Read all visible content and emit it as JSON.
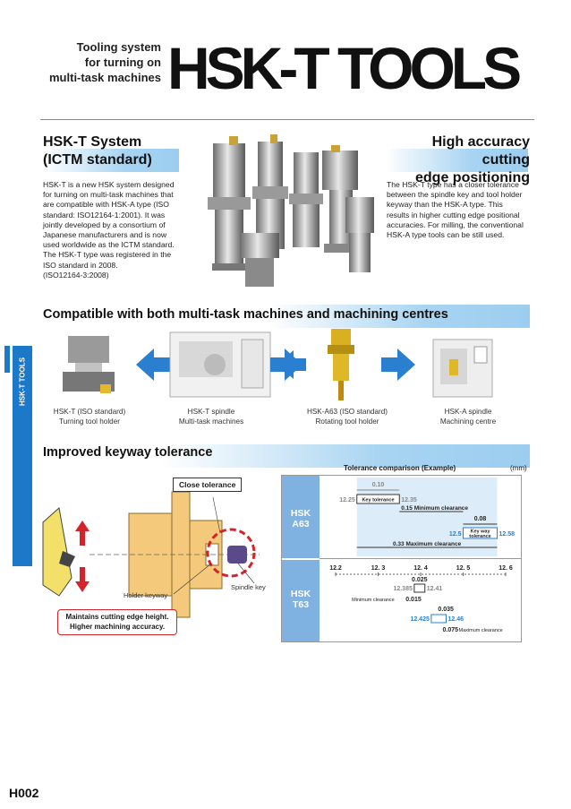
{
  "side_tab": {
    "label": "HSK-T TOOLS"
  },
  "header": {
    "tagline_line1": "Tooling system",
    "tagline_line2": "for turning on",
    "tagline_line3": "multi-task machines",
    "title": "HSK-T TOOLS"
  },
  "left_section": {
    "title_line1": "HSK-T System",
    "title_line2": "(ICTM standard)",
    "body_lines": [
      "HSK-T is a new HSK system designed",
      "for turning on multi-task machines that",
      "are compatible with HSK-A type (ISO",
      "standard: ISO12164-1:2001). It was",
      "jointly developed by a consortium of",
      "Japanese manufacturers and is now",
      "used worldwide as the ICTM standard.",
      "The HSK-T type was registered in the",
      "ISO standard in 2008.",
      "(ISO12164-3:2008)"
    ]
  },
  "right_section": {
    "title_line1": "High accuracy cutting",
    "title_line2": "edge positioning",
    "body_lines": [
      "The HSK-T type has a closer tolerance",
      "between the spindle key and tool holder",
      "keyway than the HSK-A type. This",
      "results in higher cutting edge positional",
      "accuracies. For milling, the conventional",
      "HSK-A type tools can be still used."
    ]
  },
  "compat": {
    "title": "Compatible with both multi-task machines and machining centres",
    "items": [
      {
        "line1": "HSK-T (ISO standard)",
        "line2": "Turning tool holder"
      },
      {
        "line1": "HSK-T spindle",
        "line2": "Multi-task machines"
      },
      {
        "line1": "HSK-A63 (ISO standard)",
        "line2": "Rotating tool holder"
      },
      {
        "line1": "HSK-A spindle",
        "line2": "Machining centre"
      }
    ]
  },
  "keyway": {
    "title": "Improved keyway tolerance",
    "callout_close": "Close tolerance",
    "label_holder_keyway": "Holder keyway",
    "label_spindle_key": "Spindle key",
    "note_line1": "Maintains cutting edge height.",
    "note_line2": "Higher machining accuracy."
  },
  "chart_data": {
    "type": "table",
    "title": "Tolerance comparison (Example)",
    "unit": "(mm)",
    "a63": {
      "label_line1": "HSK",
      "label_line2": "A63",
      "top_width": "0.10",
      "key_low": "12.25",
      "key_label": "Key tolerance",
      "key_high": "12.35",
      "min_clearance": "0.15 Minimum clearance",
      "keyway_width": "0.08",
      "keyway_low": "12.5",
      "keyway_label_line1": "Key way",
      "keyway_label_line2": "tolerance",
      "keyway_high": "12.58",
      "max_clearance": "0.33 Maximum clearance"
    },
    "t63": {
      "label_line1": "HSK",
      "label_line2": "T63",
      "scale_ticks": [
        "12.2",
        "12. 3",
        "12. 4",
        "12. 5",
        "12. 6"
      ],
      "key_width": "0.025",
      "key_low": "12.385",
      "key_high": "12.41",
      "min_clearance_label": "Minimum clearance",
      "min_clearance_value": "0.015",
      "keyway_width": "0.035",
      "keyway_low": "12.425",
      "keyway_high": "12.46",
      "max_clearance_value": "0.075",
      "max_clearance_label": "Maximum clearance"
    }
  },
  "footer": {
    "page_number": "H002"
  },
  "colors": {
    "accent_blue": "#1c78c8",
    "light_blue": "#a8d4f2",
    "hsk_label_bg": "#7fb2e0",
    "red": "#d4232a"
  }
}
